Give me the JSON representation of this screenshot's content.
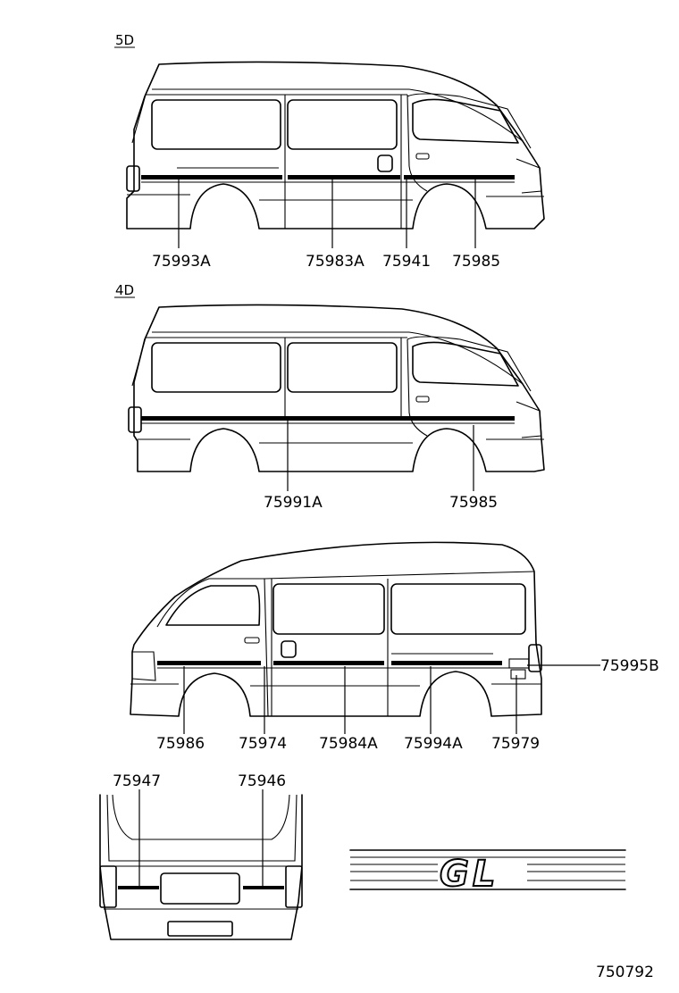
{
  "sections": {
    "five_door": "5D",
    "four_door": "4D"
  },
  "parts": {
    "p75993A": "75993A",
    "p75983A": "75983A",
    "p75941": "75941",
    "p75985_5d": "75985",
    "p75991A": "75991A",
    "p75985_4d": "75985",
    "p75995B": "75995B",
    "p75986": "75986",
    "p75974": "75974",
    "p75984A": "75984A",
    "p75994A": "75994A",
    "p75979": "75979",
    "p75947": "75947",
    "p75946": "75946"
  },
  "emblem_text": "GL",
  "figure_number": "750792"
}
